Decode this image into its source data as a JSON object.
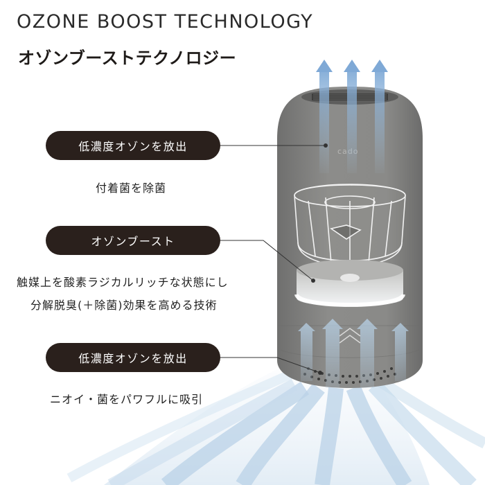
{
  "heading": {
    "english": "OZONE BOOST TECHNOLOGY",
    "japanese": "オゾンブーストテクノロジー"
  },
  "brand_mark": "cado",
  "callouts": [
    {
      "label": "低濃度オゾンを放出",
      "description": [
        "付着菌を除菌"
      ]
    },
    {
      "label": "オゾンブースト",
      "description": [
        "触媒上を酸素ラジカルリッチな状態にし",
        "分解脱臭(＋除菌)効果を高める技術"
      ]
    },
    {
      "label": "低濃度オゾンを放出",
      "description": [
        "ニオイ・菌をパワフルに吸引"
      ]
    }
  ],
  "colors": {
    "pill_background": "#2a201c",
    "device_body": "#8a8a88",
    "airflow": "#a9c8e2"
  },
  "icons": {
    "outflow": "arrow-up-icon",
    "inflow": "airflow-intake-icon",
    "callout_marker": "dot-icon"
  }
}
